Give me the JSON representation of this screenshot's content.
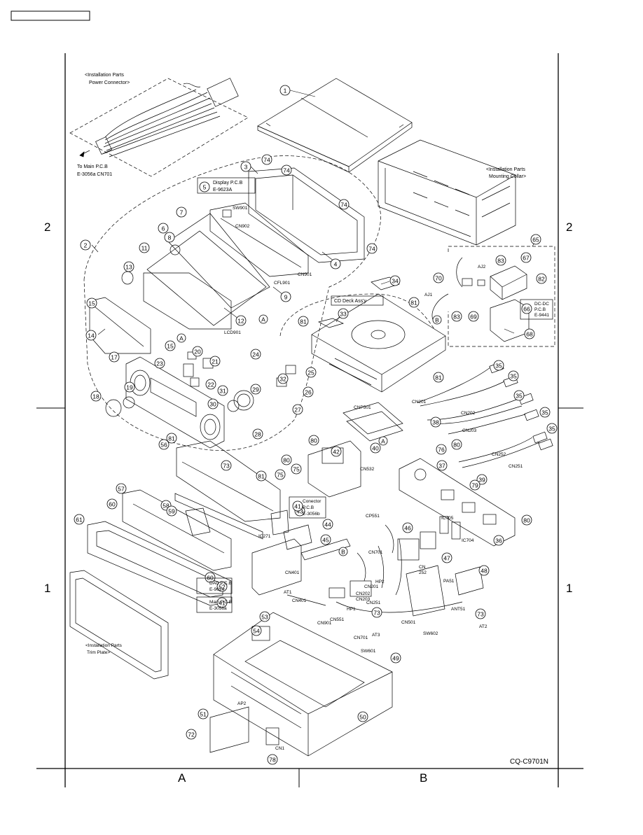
{
  "frame": {
    "row_labels": [
      "2",
      "1"
    ],
    "column_labels": [
      "A",
      "B"
    ],
    "model_code": "CQ-C9701N"
  },
  "notes": {
    "power_connector": [
      "<Installation Parts",
      "Power Connector>"
    ],
    "to_main_pcb": [
      "To Main P.C.B",
      "E-3056a CN701"
    ],
    "mounting_collar": [
      "<Installation Parts",
      "Mounting Collar>"
    ],
    "trim_plate": [
      "<Installation Parts",
      "Trim Plate>"
    ],
    "display_pcb": [
      "Display P.C.B",
      "E-9623A"
    ],
    "cd_deck": "CD Deck Ass'y",
    "dcdc_pcb": [
      "DC-DC",
      "P.C.B",
      "E-9441"
    ],
    "connector_pcb": [
      "Conector",
      "P.C.B",
      "E-3056b"
    ],
    "dac_pcb": [
      "DAC P.C.B",
      "E-9624"
    ],
    "main_pcb": [
      "Main P.C.B",
      "E-3056a"
    ]
  },
  "part_numbers": [
    {
      "n": "1"
    },
    {
      "n": "2"
    },
    {
      "n": "3"
    },
    {
      "n": "74"
    },
    {
      "n": "74"
    },
    {
      "n": "5"
    },
    {
      "n": "74"
    },
    {
      "n": "74"
    },
    {
      "n": "7"
    },
    {
      "n": "6"
    },
    {
      "n": "8"
    },
    {
      "n": "11"
    },
    {
      "n": "13"
    },
    {
      "n": "15"
    },
    {
      "n": "4"
    },
    {
      "n": "9"
    },
    {
      "n": "12"
    },
    {
      "n": "14"
    },
    {
      "n": "15"
    },
    {
      "n": "20"
    },
    {
      "n": "21"
    },
    {
      "n": "23"
    },
    {
      "n": "22"
    },
    {
      "n": "17"
    },
    {
      "n": "24"
    },
    {
      "n": "25"
    },
    {
      "n": "29"
    },
    {
      "n": "32"
    },
    {
      "n": "26"
    },
    {
      "n": "19"
    },
    {
      "n": "18"
    },
    {
      "n": "31"
    },
    {
      "n": "30"
    },
    {
      "n": "27"
    },
    {
      "n": "28"
    },
    {
      "n": "34"
    },
    {
      "n": "33"
    },
    {
      "n": "81"
    },
    {
      "n": "81"
    },
    {
      "n": "81"
    },
    {
      "n": "65"
    },
    {
      "n": "83"
    },
    {
      "n": "67"
    },
    {
      "n": "70"
    },
    {
      "n": "82"
    },
    {
      "n": "66"
    },
    {
      "n": "83"
    },
    {
      "n": "69"
    },
    {
      "n": "68"
    },
    {
      "n": "35"
    },
    {
      "n": "35"
    },
    {
      "n": "35"
    },
    {
      "n": "35"
    },
    {
      "n": "35"
    },
    {
      "n": "38"
    },
    {
      "n": "40"
    },
    {
      "n": "80"
    },
    {
      "n": "42"
    },
    {
      "n": "75"
    },
    {
      "n": "80"
    },
    {
      "n": "76"
    },
    {
      "n": "37"
    },
    {
      "n": "80"
    },
    {
      "n": "39"
    },
    {
      "n": "81"
    },
    {
      "n": "56"
    },
    {
      "n": "73"
    },
    {
      "n": "75"
    },
    {
      "n": "81"
    },
    {
      "n": "57"
    },
    {
      "n": "58"
    },
    {
      "n": "43"
    },
    {
      "n": "41"
    },
    {
      "n": "79"
    },
    {
      "n": "60"
    },
    {
      "n": "59"
    },
    {
      "n": "44"
    },
    {
      "n": "45"
    },
    {
      "n": "46"
    },
    {
      "n": "80"
    },
    {
      "n": "36"
    },
    {
      "n": "61"
    },
    {
      "n": "47"
    },
    {
      "n": "60"
    },
    {
      "n": "52"
    },
    {
      "n": "48"
    },
    {
      "n": "41"
    },
    {
      "n": "53"
    },
    {
      "n": "73"
    },
    {
      "n": "73"
    },
    {
      "n": "54"
    },
    {
      "n": "49"
    },
    {
      "n": "51"
    },
    {
      "n": "50"
    },
    {
      "n": "72"
    },
    {
      "n": "78"
    }
  ],
  "ref_markers": [
    {
      "n": "A"
    },
    {
      "n": "A"
    },
    {
      "n": "A"
    },
    {
      "n": "B"
    },
    {
      "n": "B"
    }
  ],
  "connector_labels": [
    {
      "t": "SW901"
    },
    {
      "t": "CN902"
    },
    {
      "t": "CN901"
    },
    {
      "t": "CFL901"
    },
    {
      "t": "LCD901"
    },
    {
      "t": "AJ2"
    },
    {
      "t": "AJ1"
    },
    {
      "t": "CN201"
    },
    {
      "t": "CN202"
    },
    {
      "t": "CN203"
    },
    {
      "t": "CN252"
    },
    {
      "t": "CN251"
    },
    {
      "t": "CNP501"
    },
    {
      "t": "CN532"
    },
    {
      "t": "CP551"
    },
    {
      "t": "IC705"
    },
    {
      "t": "IC704"
    },
    {
      "t": "IC271"
    },
    {
      "t": "CN701"
    },
    {
      "t": "CN"
    },
    {
      "t": "252"
    },
    {
      "t": "CN401"
    },
    {
      "t": "AT1"
    },
    {
      "t": "CN401"
    },
    {
      "t": "HP2"
    },
    {
      "t": "CN201"
    },
    {
      "t": "CN202"
    },
    {
      "t": "CN203"
    },
    {
      "t": "CN251"
    },
    {
      "t": "PA51"
    },
    {
      "t": "HP1"
    },
    {
      "t": "CN901"
    },
    {
      "t": "CN551"
    },
    {
      "t": "CN701"
    },
    {
      "t": "AT3"
    },
    {
      "t": "CN501"
    },
    {
      "t": "ANT51"
    },
    {
      "t": "SW602"
    },
    {
      "t": "AT2"
    },
    {
      "t": "SW601"
    },
    {
      "t": "AP2"
    },
    {
      "t": "CN1"
    }
  ]
}
